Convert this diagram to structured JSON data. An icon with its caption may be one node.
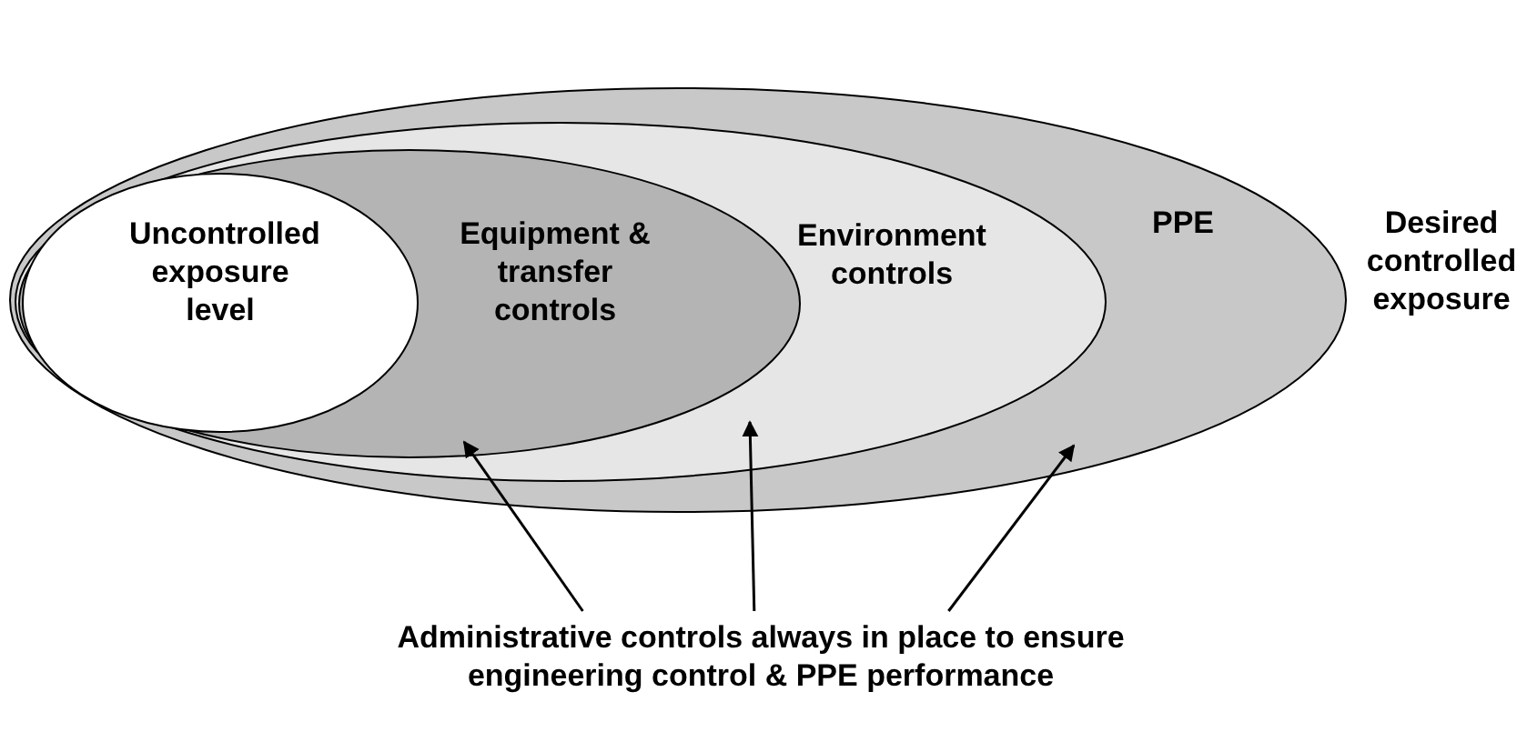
{
  "diagram": {
    "nodes": [
      {
        "text": [
          "PPE"
        ],
        "beside": [
          "Desired controlled exposure"
        ]
      },
      {
        "text": [
          "Environment controls"
        ],
        "in": 0
      },
      {
        "text": [
          "Equipment & transfer controls"
        ],
        "in": 1
      },
      {
        "text": [
          "Uncontrolled exposure level"
        ],
        "in": 2
      },
      {
        "text": [
          "Administrative controls always in place to ensure engineering control & PPE performance"
        ]
      }
    ],
    "edges": [
      {
        "from": 4,
        "to": 2,
        "arrow": "to"
      },
      {
        "from": 4,
        "to": 1,
        "arrow": "to"
      },
      {
        "from": 4,
        "to": 0,
        "arrow": "to"
      }
    ]
  }
}
